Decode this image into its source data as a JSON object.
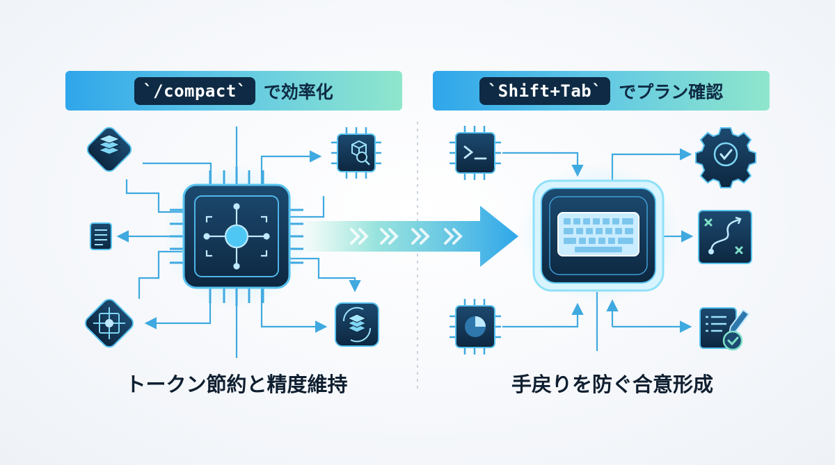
{
  "left_panel": {
    "banner": {
      "code": "`/compact`",
      "text": "で効率化"
    },
    "caption": "トークン節約と精度維持",
    "center_chip_icon": "network-node-icon",
    "nodes": [
      "layers-icon",
      "document-icon",
      "hub-network-icon",
      "cube-search-icon",
      "stack-refresh-icon"
    ]
  },
  "right_panel": {
    "banner": {
      "code": "`Shift+Tab`",
      "text": "でプラン確認"
    },
    "caption": "手戻りを防ぐ合意形成",
    "center_icon": "keyboard-icon",
    "nodes": [
      "terminal-icon",
      "pie-chart-icon",
      "gear-check-icon",
      "route-plan-icon",
      "checklist-check-icon"
    ]
  },
  "colors": {
    "navy": "#0e2a44",
    "accent_blue": "#2fa6ea",
    "accent_teal": "#8fe6cc",
    "line": "#3fa9e0"
  }
}
